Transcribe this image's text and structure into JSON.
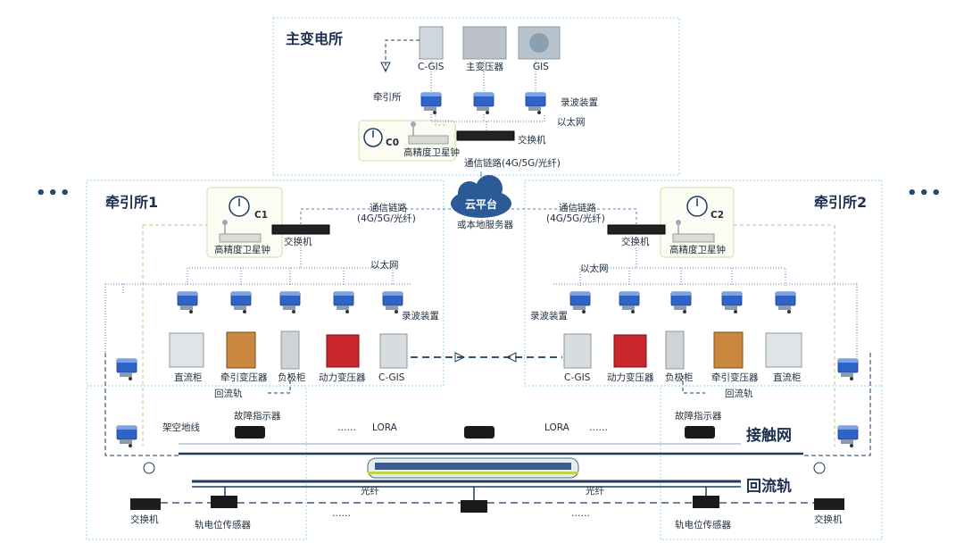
{
  "substation": {
    "title": "主变电所",
    "cgis": "C-GIS",
    "transformer": "主变压器",
    "gis": "GIS",
    "traction_station": "牵引所",
    "recorder": "录波装置",
    "ethernet": "以太网",
    "clock_code": "C0",
    "switch": "交换机",
    "satellite_clock": "高精度卫星钟",
    "link": "通信链路(4G/5G/光纤)"
  },
  "cloud": {
    "label": "云平台",
    "sub": "或本地服务器"
  },
  "ts1": {
    "title": "牵引所1",
    "clock_code": "C1",
    "satellite_clock": "高精度卫星钟",
    "switch": "交换机",
    "link_line1": "通信链路",
    "link_line2": "(4G/5G/光纤)",
    "ethernet": "以太网",
    "recorder": "录波装置",
    "devices": [
      "直流柜",
      "牵引变压器",
      "负极柜",
      "动力变压器",
      "C-GIS"
    ],
    "return_rail": "回流轨"
  },
  "ts2": {
    "title": "牵引所2",
    "clock_code": "C2",
    "satellite_clock": "高精度卫星钟",
    "switch": "交换机",
    "link_line1": "通信链路",
    "link_line2": "(4G/5G/光纤)",
    "ethernet": "以太网",
    "recorder": "录波装置",
    "devices": [
      "C-GIS",
      "动力变压器",
      "负极柜",
      "牵引变压器",
      "直流柜"
    ],
    "return_rail": "回流轨"
  },
  "line": {
    "overhead_ground": "架空地线",
    "fault_indicator_left": "故障指示器",
    "fault_indicator_right": "故障指示器",
    "lora_left": "LORA",
    "lora_right": "LORA",
    "catenary": "接触网",
    "return_rail": "回流轨",
    "fiber_left": "光纤",
    "fiber_right": "光纤",
    "switch_left": "交换机",
    "switch_right": "交换机",
    "sensor_left": "轨电位传感器",
    "sensor_right": "轨电位传感器",
    "ellipsis": "……",
    "more": "•••"
  },
  "colors": {
    "frame": "#7fd3df",
    "device_blue": "#2e62c9",
    "dark_line": "#1d3a5f",
    "dash_green": "#b8c890",
    "dot_blue": "#5a7fb5"
  }
}
